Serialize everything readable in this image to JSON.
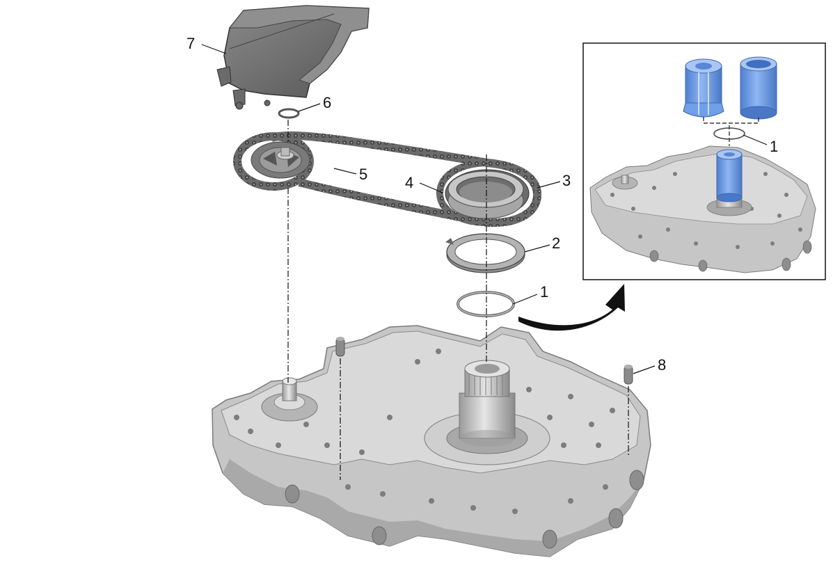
{
  "callouts": {
    "c1_main": "1",
    "c2": "2",
    "c3": "3",
    "c4": "4",
    "c5": "5",
    "c6": "6",
    "c7": "7",
    "c8": "8",
    "c1_inset": "1"
  },
  "colors": {
    "housing": "#c9c9c9",
    "housing_dark": "#9a9a9a",
    "chain": "#5c5c5c",
    "cover": "#707070",
    "tool_blue": "#6f9fe8",
    "tool_blue_dark": "#4a78c6",
    "line": "#111111"
  },
  "icons": {
    "arrow": "curved-arrow-icon"
  }
}
